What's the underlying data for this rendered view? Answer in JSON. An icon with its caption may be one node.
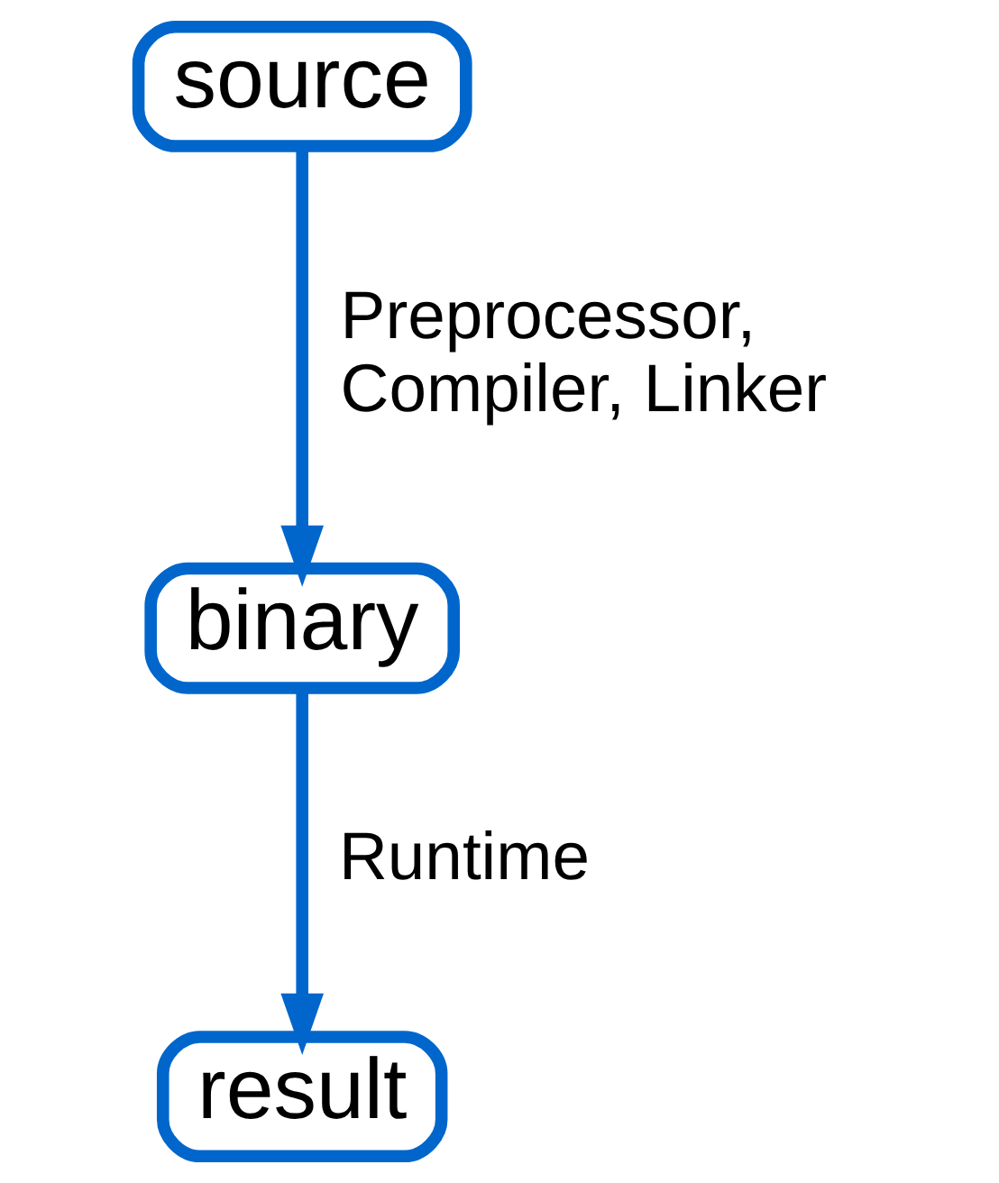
{
  "diagram": {
    "nodes": [
      {
        "text": [
          "source"
        ]
      },
      {
        "text": [
          "binary"
        ]
      },
      {
        "text": [
          "result"
        ]
      }
    ],
    "edges": [
      {
        "from": 0,
        "to": 1,
        "arrow": "to",
        "label": "Preprocessor, Compiler, Linker"
      },
      {
        "from": 1,
        "to": 2,
        "arrow": "to",
        "label": "Runtime"
      }
    ]
  }
}
